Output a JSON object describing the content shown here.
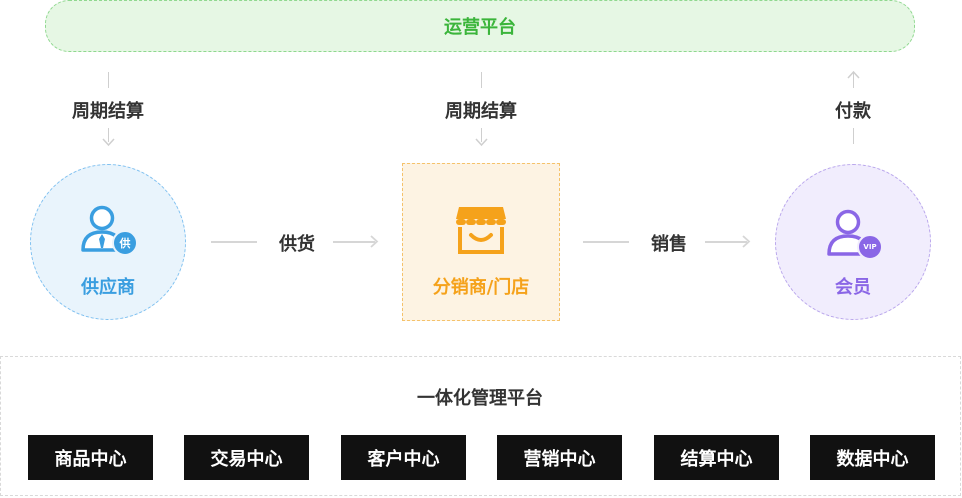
{
  "operations_platform": "运营平台",
  "flows": {
    "left_settlement": "周期结算",
    "middle_settlement": "周期结算",
    "payment": "付款",
    "supply": "供货",
    "sales": "销售"
  },
  "nodes": {
    "supplier": {
      "label": "供应商",
      "badge": "供",
      "color": "#3a9ee0"
    },
    "store": {
      "label": "分销商/门店",
      "color": "#f5a21b"
    },
    "member": {
      "label": "会员",
      "badge": "VIP",
      "color": "#8a66e6"
    }
  },
  "management": {
    "title": "一体化管理平台",
    "centers": [
      "商品中心",
      "交易中心",
      "客户中心",
      "营销中心",
      "结算中心",
      "数据中心"
    ]
  }
}
